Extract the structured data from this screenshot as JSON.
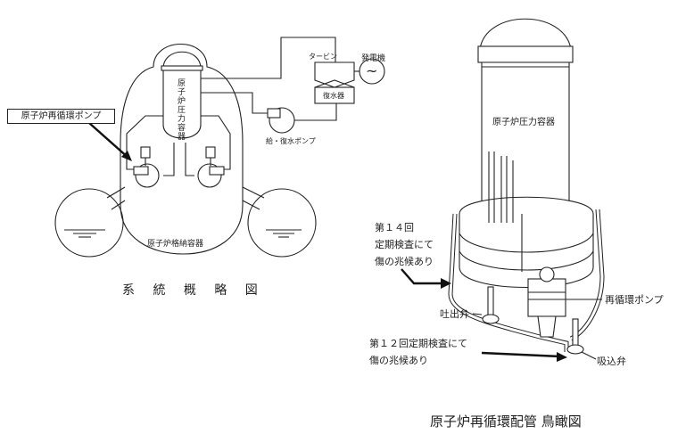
{
  "left_diagram": {
    "caption": "系 統 概 略 図",
    "legend_label": "原子炉再循環ポンプ",
    "labels": {
      "pressure_vessel": "原子炉圧力容器",
      "containment_vessel": "原子炉格納容器",
      "turbine": "タービン",
      "generator": "発電機",
      "generator_symbol": "~",
      "condenser": "復水器",
      "feedwater_pump": "給・復水ポンプ"
    }
  },
  "right_diagram": {
    "caption": "原子炉再循環配管 鳥瞰図",
    "labels": {
      "pressure_vessel": "原子炉圧力容器",
      "recirculation_pump": "再循環ポンプ",
      "discharge_valve": "吐出弁",
      "suction_valve": "吸込弁"
    },
    "annotations": [
      {
        "lines": [
          "第１４回",
          "定期検査にて",
          "傷の兆候あり"
        ]
      },
      {
        "lines": [
          "第１２回定期検査にて",
          "傷の兆候あり"
        ]
      }
    ]
  }
}
